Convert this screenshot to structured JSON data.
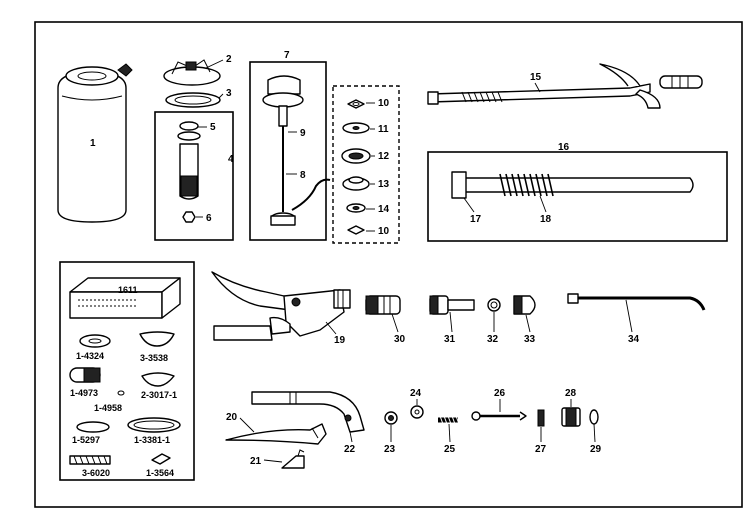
{
  "labels": {
    "p1": "1",
    "p2": "2",
    "p3": "3",
    "p4": "4",
    "p5": "5",
    "p6": "6",
    "p7": "7",
    "p8": "8",
    "p9": "9",
    "p10a": "10",
    "p11": "11",
    "p12": "12",
    "p13": "13",
    "p14": "14",
    "p10b": "10",
    "p15": "15",
    "p16": "16",
    "p17": "17",
    "p18": "18",
    "p19": "19",
    "p20": "20",
    "p21": "21",
    "p22": "22",
    "p23": "23",
    "p24": "24",
    "p25": "25",
    "p26": "26",
    "p27": "27",
    "p28": "28",
    "p29": "29",
    "p30": "30",
    "p31": "31",
    "p32": "32",
    "p33": "33",
    "p34": "34"
  },
  "kit": {
    "box": "1611",
    "k1": "1-4324",
    "k2": "3-3538",
    "k3": "1-4973",
    "k4": "2-3017-1",
    "k5": "1-4958",
    "k6": "1-5297",
    "k7": "1-3381-1",
    "k8": "3-6020",
    "k9": "1-3564"
  }
}
